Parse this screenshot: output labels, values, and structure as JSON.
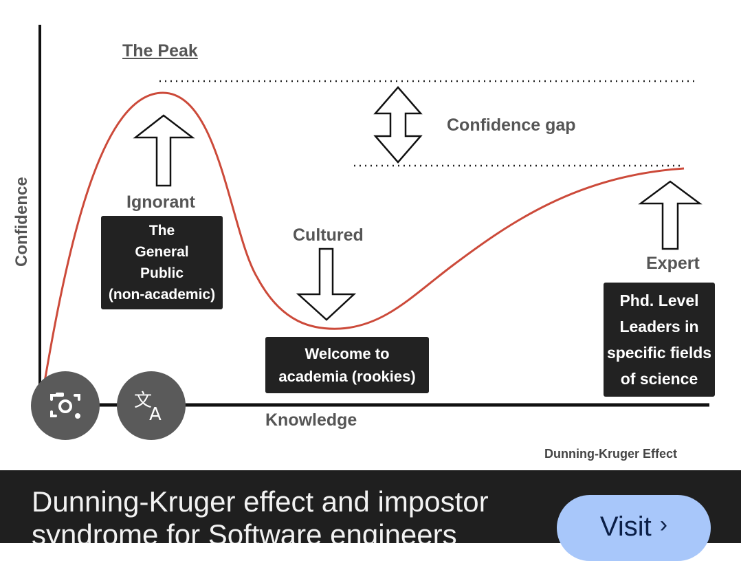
{
  "diagram": {
    "peak_label": "The Peak",
    "gap_label": "Confidence gap",
    "y_axis_label": "Confidence",
    "x_axis_label": "Knowledge",
    "ignorant_label": "Ignorant",
    "cultured_label": "Cultured",
    "expert_label": "Expert",
    "box_public": [
      "The",
      "General",
      "Public",
      "(non-academic)"
    ],
    "box_academia": [
      "Welcome to",
      "academia (rookies)"
    ],
    "box_expert": [
      "Phd. Level",
      "Leaders in",
      "specific fields",
      "of science"
    ],
    "caption": "Dunning-Kruger Effect",
    "curve_color": "#cc4a3a"
  },
  "overlay": {
    "lens_icon": "camera-search-icon",
    "translate_icon": "translate-icon"
  },
  "result": {
    "title": "Dunning-Kruger effect and impostor syndrome for Software engineers",
    "visit_label": "Visit",
    "visit_chevron": "›"
  }
}
